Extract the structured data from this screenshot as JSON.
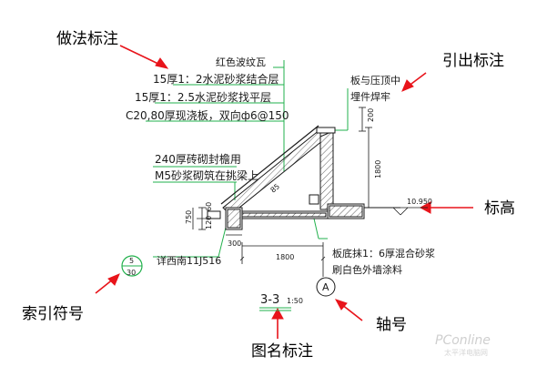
{
  "callouts": {
    "method_note": "做法标注",
    "leader_note": "引出标注",
    "elevation": "标高",
    "index_symbol": "索引符号",
    "axis": "轴号",
    "drawing_title": "图名标注"
  },
  "layer_notes": {
    "line1": "红色波纹瓦",
    "line2": "15厚1：2水泥砂浆结合层",
    "line3": "15厚1：2.5水泥砂浆找平层",
    "line4": "C20,80厚现浇板，双向ф6@150"
  },
  "wall_note": {
    "line1": "240厚砖砌封檐用",
    "line2": "M5砂浆砌筑在挑梁上"
  },
  "top_note": {
    "line1": "板与压顶中",
    "line2": "埋件焊牢"
  },
  "bottom_note": {
    "line1": "板底抹1：6厚混合砂浆",
    "line2": "刷白色外墙涂料"
  },
  "reference": "详西南11J516",
  "index_mark": {
    "top": "5",
    "bottom": "30"
  },
  "axis_mark": "A",
  "dims": {
    "d200": "200",
    "d1800_v": "1800",
    "elev": "10.950",
    "d60": "60",
    "d120": "120",
    "d750": "750",
    "d300": "300",
    "d1800_h": "1800",
    "slope": "85"
  },
  "title": {
    "name": "3-3",
    "scale": "1:50"
  },
  "watermark": {
    "brand": "PConline",
    "sub": "太平洋电脑网"
  },
  "colors": {
    "callout_arrow": "#e8141b",
    "note_line": "#22b14c",
    "dim_line": "#1a1a1a"
  }
}
